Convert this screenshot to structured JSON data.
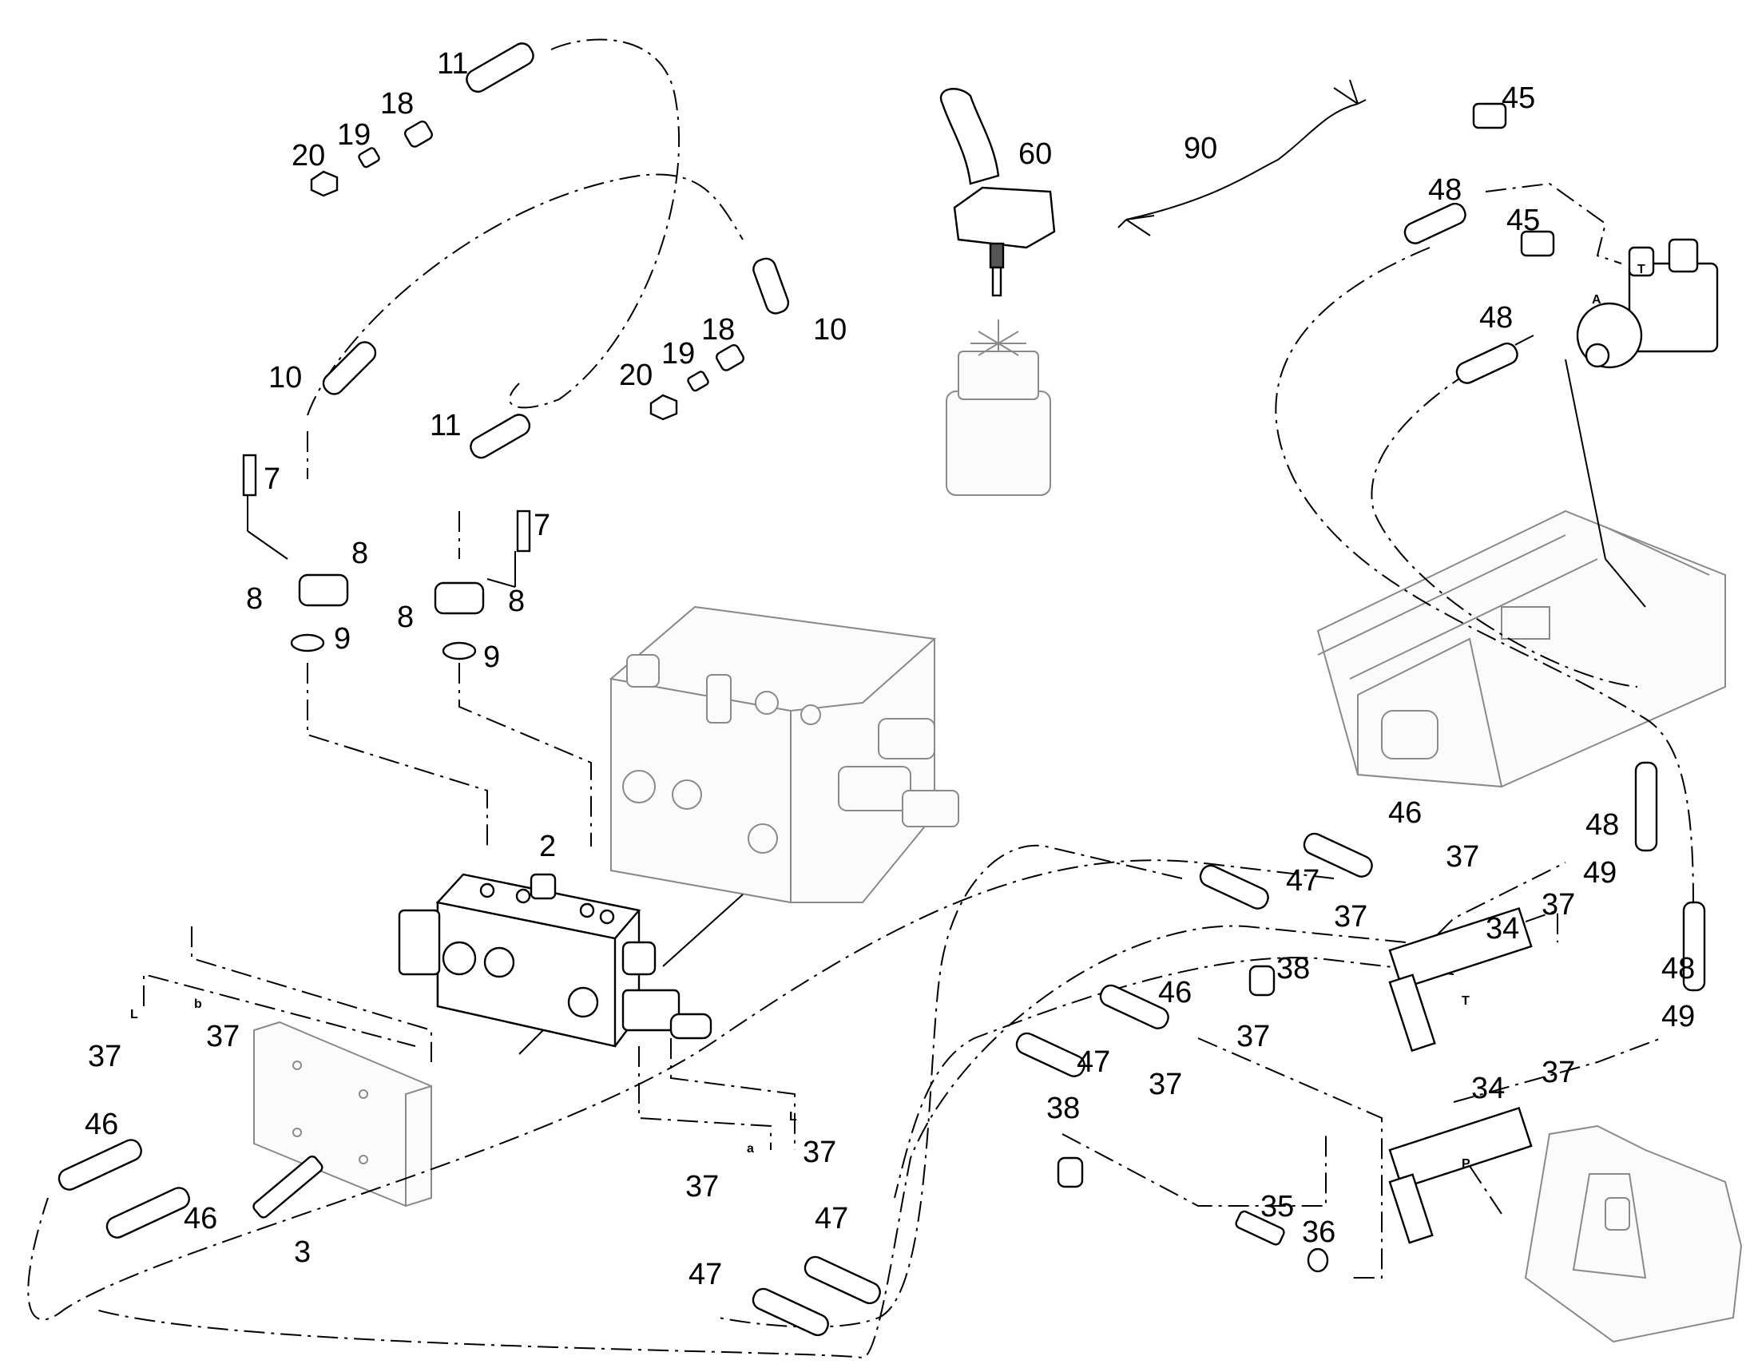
{
  "callouts": [
    {
      "id": "c11a",
      "text": "11"
    },
    {
      "id": "c18a",
      "text": "18"
    },
    {
      "id": "c19a",
      "text": "19"
    },
    {
      "id": "c20a",
      "text": "20"
    },
    {
      "id": "c10a",
      "text": "10"
    },
    {
      "id": "c7a",
      "text": "7"
    },
    {
      "id": "c8a",
      "text": "8"
    },
    {
      "id": "c8b",
      "text": "8"
    },
    {
      "id": "c9a",
      "text": "9"
    },
    {
      "id": "c11b",
      "text": "11"
    },
    {
      "id": "c7b",
      "text": "7"
    },
    {
      "id": "c8c",
      "text": "8"
    },
    {
      "id": "c8d",
      "text": "8"
    },
    {
      "id": "c9b",
      "text": "9"
    },
    {
      "id": "c20b",
      "text": "20"
    },
    {
      "id": "c19b",
      "text": "19"
    },
    {
      "id": "c18b",
      "text": "18"
    },
    {
      "id": "c10b",
      "text": "10"
    },
    {
      "id": "c60",
      "text": "60"
    },
    {
      "id": "c90",
      "text": "90"
    },
    {
      "id": "c45a",
      "text": "45"
    },
    {
      "id": "c48a",
      "text": "48"
    },
    {
      "id": "c45b",
      "text": "45"
    },
    {
      "id": "c48b",
      "text": "48"
    },
    {
      "id": "c2",
      "text": "2"
    },
    {
      "id": "c46a",
      "text": "46"
    },
    {
      "id": "c37a",
      "text": "37"
    },
    {
      "id": "c47a",
      "text": "47"
    },
    {
      "id": "c37b",
      "text": "37"
    },
    {
      "id": "c34a",
      "text": "34"
    },
    {
      "id": "c38a",
      "text": "38"
    },
    {
      "id": "c48c",
      "text": "48"
    },
    {
      "id": "c49a",
      "text": "49"
    },
    {
      "id": "c37c",
      "text": "37"
    },
    {
      "id": "c48d",
      "text": "48"
    },
    {
      "id": "c49b",
      "text": "49"
    },
    {
      "id": "c46b",
      "text": "46"
    },
    {
      "id": "c37d",
      "text": "37"
    },
    {
      "id": "c47b",
      "text": "47"
    },
    {
      "id": "c37e",
      "text": "37"
    },
    {
      "id": "c38b",
      "text": "38"
    },
    {
      "id": "c34b",
      "text": "34"
    },
    {
      "id": "c37f",
      "text": "37"
    },
    {
      "id": "c35",
      "text": "35"
    },
    {
      "id": "c36",
      "text": "36"
    },
    {
      "id": "c37g",
      "text": "37"
    },
    {
      "id": "c37h",
      "text": "37"
    },
    {
      "id": "c46c",
      "text": "46"
    },
    {
      "id": "c46d",
      "text": "46"
    },
    {
      "id": "c3",
      "text": "3"
    },
    {
      "id": "c37i",
      "text": "37"
    },
    {
      "id": "c37j",
      "text": "37"
    },
    {
      "id": "c47c",
      "text": "47"
    },
    {
      "id": "c47d",
      "text": "47"
    }
  ],
  "port_labels": [
    {
      "id": "pL1",
      "text": "L"
    },
    {
      "id": "pb",
      "text": "b"
    },
    {
      "id": "pa",
      "text": "a"
    },
    {
      "id": "pL2",
      "text": "L"
    },
    {
      "id": "pT1",
      "text": "T"
    },
    {
      "id": "pA",
      "text": "A"
    },
    {
      "id": "pT2",
      "text": "T"
    },
    {
      "id": "pP",
      "text": "P"
    }
  ]
}
